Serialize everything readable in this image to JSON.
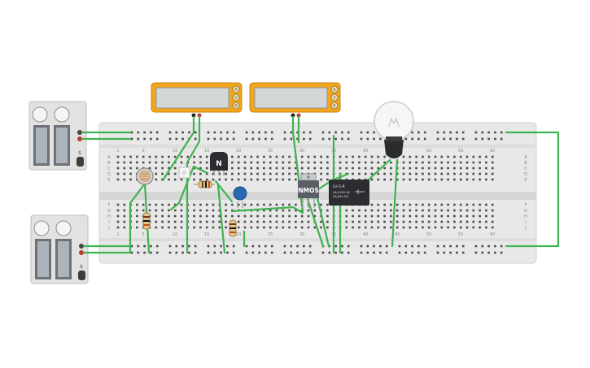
{
  "breadboard": {
    "column_ticks": [
      "1",
      "5",
      "10",
      "15",
      "20",
      "25",
      "30",
      "35",
      "40",
      "45",
      "50",
      "55",
      "60"
    ],
    "row_labels_top": [
      "A",
      "B",
      "C",
      "D",
      "E"
    ],
    "row_labels_bottom": [
      "F",
      "G",
      "H",
      "I",
      "J"
    ]
  },
  "components": {
    "transistor_label": "N",
    "mosfet_label": "NMOS",
    "relay_line1": "LU-5-R",
    "relay_line2": "5A/125V AC",
    "relay_line3": "5A/24V DC",
    "multimeter_buttons": [
      "A",
      "V",
      "R"
    ],
    "power_supply_glyph": "$"
  },
  "colors": {
    "wire": "#3fb34f",
    "board": "#e7e7e7",
    "multimeter_body": "#f2a51d",
    "multimeter_screen": "#d3d7d8",
    "supply_body": "#e2e2e2",
    "mosfet": "#5a5f66",
    "relay": "#2b2d30",
    "capacitor": "#2a68b2"
  }
}
